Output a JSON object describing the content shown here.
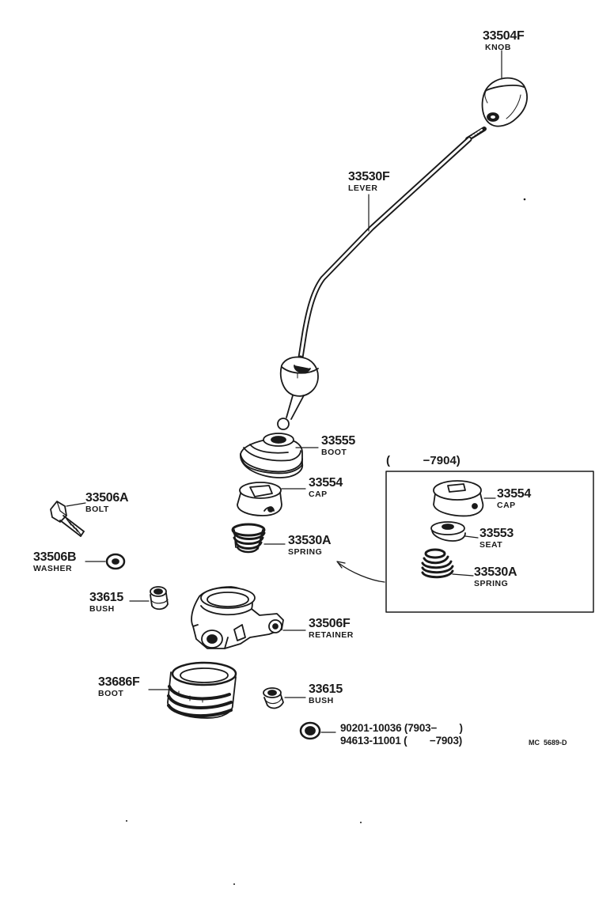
{
  "parts": [
    {
      "id": "knob",
      "number": "33504F",
      "name": "KNOB"
    },
    {
      "id": "lever",
      "number": "33530F",
      "name": "LEVER"
    },
    {
      "id": "boot-upper",
      "number": "33555",
      "name": "BOOT"
    },
    {
      "id": "cap",
      "number": "33554",
      "name": "CAP"
    },
    {
      "id": "spring",
      "number": "33530A",
      "name": "SPRING"
    },
    {
      "id": "bolt",
      "number": "33506A",
      "name": "BOLT"
    },
    {
      "id": "washer",
      "number": "33506B",
      "name": "WASHER"
    },
    {
      "id": "bush-left",
      "number": "33615",
      "name": "BUSH"
    },
    {
      "id": "retainer",
      "number": "33506F",
      "name": "RETAINER"
    },
    {
      "id": "boot-lower",
      "number": "33686F",
      "name": "BOOT"
    },
    {
      "id": "bush-right",
      "number": "33615",
      "name": "BUSH"
    }
  ],
  "inset": {
    "title": "(          −7904)",
    "parts": [
      {
        "id": "inset-cap",
        "number": "33554",
        "name": "CAP"
      },
      {
        "id": "inset-seat",
        "number": "33553",
        "name": "SEAT"
      },
      {
        "id": "inset-spring",
        "number": "33530A",
        "name": "SPRING"
      }
    ]
  },
  "nut_lines": [
    "90201-10036 (7903−        )",
    "94613-11001 (        −7903)"
  ],
  "drawing_code": "MC  5689-D"
}
